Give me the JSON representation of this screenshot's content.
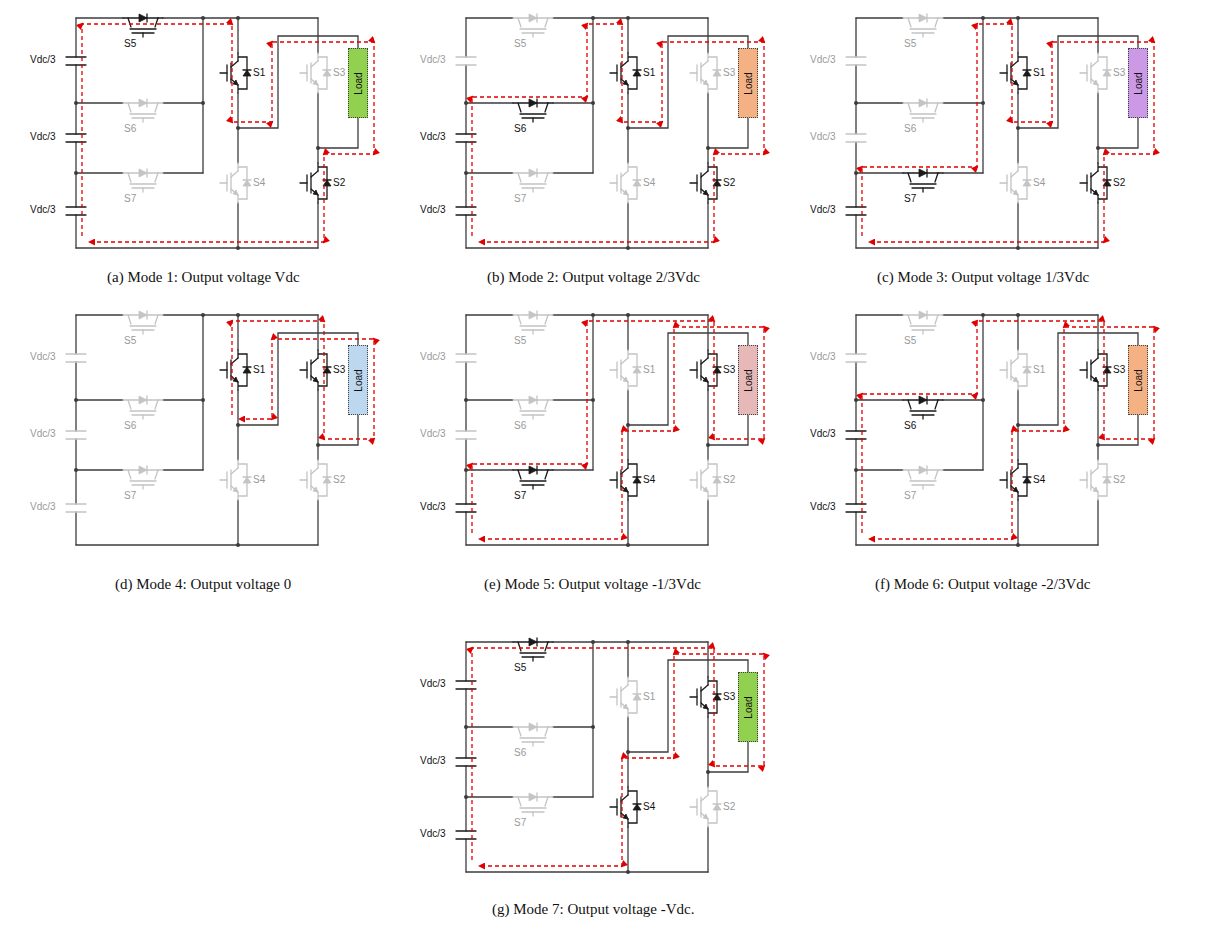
{
  "diagram": {
    "nodes": [
      {
        "text": [
          "Load"
        ]
      },
      {
        "text": [
          "Load"
        ]
      },
      {
        "text": [
          "Load"
        ]
      },
      {
        "text": [
          "Load"
        ]
      },
      {
        "text": [
          "Load"
        ]
      },
      {
        "text": [
          "Load"
        ]
      },
      {
        "text": [
          "Load"
        ]
      }
    ],
    "labels": [
      "Vdc/3",
      "Vdc/3",
      "Vdc/3",
      "S5",
      "S6",
      "S7",
      "S1",
      "S3",
      "S4",
      "S2",
      "(a) Mode 1: Output voltage Vdc",
      "Vdc/3",
      "Vdc/3",
      "Vdc/3",
      "S5",
      "S6",
      "S7",
      "S1",
      "S3",
      "S4",
      "S2",
      "(b) Mode 2: Output voltage 2/3Vdc",
      "Vdc/3",
      "Vdc/3",
      "Vdc/3",
      "S5",
      "S6",
      "S7",
      "S1",
      "S3",
      "S4",
      "S2",
      "(c) Mode 3: Output voltage 1/3Vdc",
      "Vdc/3",
      "Vdc/3",
      "Vdc/3",
      "S5",
      "S6",
      "S7",
      "S1",
      "S3",
      "S4",
      "S2",
      "(d) Mode 4: Output voltage 0",
      "Vdc/3",
      "Vdc/3",
      "Vdc/3",
      "S5",
      "S6",
      "S7",
      "S1",
      "S3",
      "S4",
      "S2",
      "(e) Mode 5: Output voltage -1/3Vdc",
      "Vdc/3",
      "Vdc/3",
      "Vdc/3",
      "S5",
      "S6",
      "S7",
      "S1",
      "S3",
      "S4",
      "S2",
      "(f) Mode 6: Output voltage -2/3Vdc",
      "Vdc/3",
      "Vdc/3",
      "Vdc/3",
      "S5",
      "S6",
      "S7",
      "S1",
      "S3",
      "S4",
      "S2",
      "(g) Mode 7: Output voltage -Vdc."
    ]
  }
}
